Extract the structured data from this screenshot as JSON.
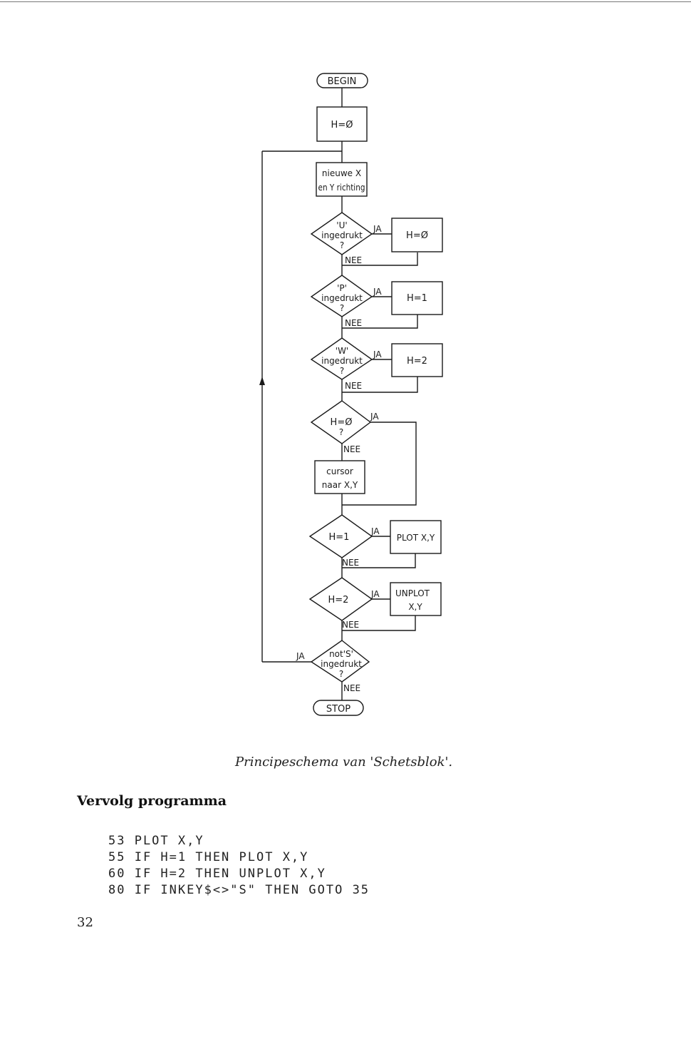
{
  "flowchart": {
    "begin": "BEGIN",
    "init": "H=Ø",
    "input_l1": "nieuwe X",
    "input_l2": "en Y richting",
    "d_u": [
      "'U'",
      "ingedrukt",
      "?"
    ],
    "d_p": [
      "'P'",
      "ingedrukt",
      "?"
    ],
    "d_w": [
      "'W'",
      "ingedrukt",
      "?"
    ],
    "set_h0": "H=Ø",
    "set_h1": "H=1",
    "set_h2": "H=2",
    "d_h0": [
      "H=Ø",
      "?"
    ],
    "cursor_l1": "cursor",
    "cursor_l2": "naar  X,Y",
    "d_h1": "H=1",
    "plot": "PLOT X,Y",
    "d_h2": "H=2",
    "unplot_l1": "UNPLOT",
    "unplot_l2": "X,Y",
    "d_s": [
      "not'S'",
      "ingedrukt",
      "?"
    ],
    "stop": "STOP",
    "yes": "JA",
    "no": "NEE"
  },
  "caption": "Principeschema van 'Schetsblok'.",
  "heading": "Vervolg programma",
  "code": [
    "53 PLOT X,Y",
    "55 IF H=1 THEN PLOT X,Y",
    "60 IF H=2 THEN UNPLOT X,Y",
    "80 IF INKEY$<>\"S\" THEN GOTO 35"
  ],
  "page_number": "32"
}
